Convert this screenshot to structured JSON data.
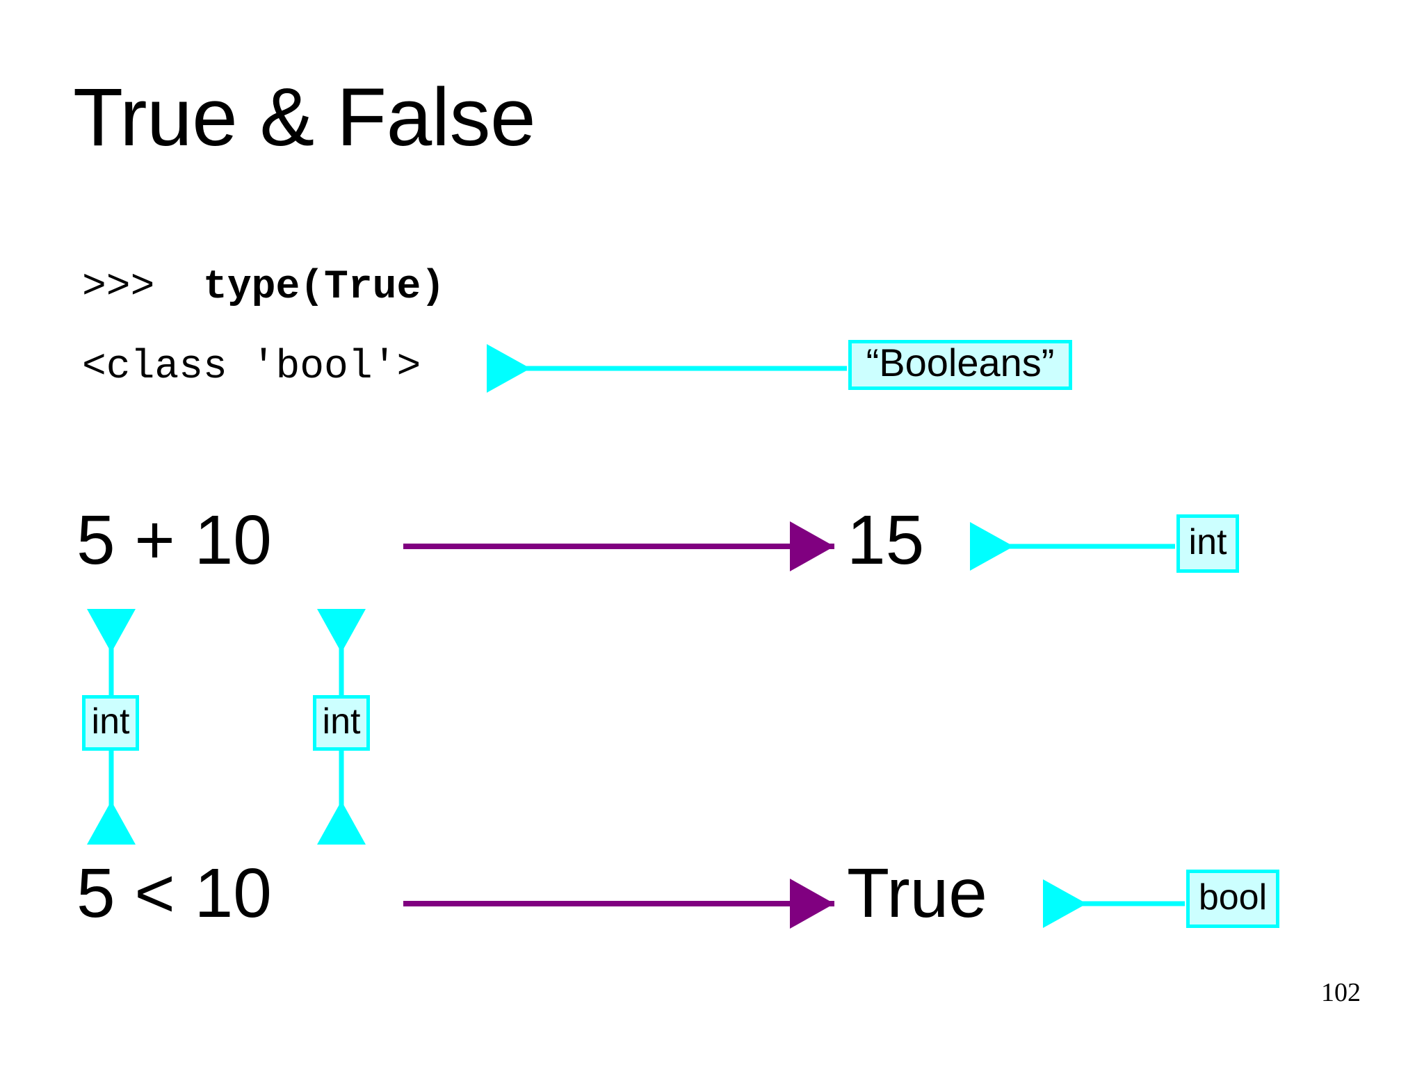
{
  "slide": {
    "title": "True & False",
    "page_number": "102",
    "background_color": "#ffffff"
  },
  "colors": {
    "annotation_border": "#00ffff",
    "annotation_fill": "#ccffff",
    "annotation_arrow": "#00ffff",
    "eval_arrow": "#800080",
    "text": "#000000"
  },
  "console": {
    "input_prompt": ">>>  ",
    "input_command": "type(True)",
    "output_line": "<class 'bool'>"
  },
  "expressions": [
    {
      "name": "addition",
      "left": "5 + 10",
      "result": "15",
      "result_type_label": "int",
      "operand_type_labels": [
        "int",
        "int"
      ]
    },
    {
      "name": "comparison",
      "left": "5 < 10",
      "result": "True",
      "result_type_label": "bool",
      "operand_type_labels": []
    }
  ],
  "annotations": {
    "booleans_label": "“Booleans”",
    "int_result_label": "int",
    "int_operand_left_label": "int",
    "int_operand_right_label": "int",
    "bool_result_label": "bool"
  },
  "icons": {
    "eval_arrow_add": "arrow-right-icon",
    "eval_arrow_compare": "arrow-right-icon",
    "booleans_pointer": "arrow-left-icon",
    "int_result_pointer": "arrow-left-icon",
    "bool_result_pointer": "arrow-left-icon",
    "operand_connector_left": "double-arrow-vertical-icon",
    "operand_connector_right": "double-arrow-vertical-icon"
  }
}
